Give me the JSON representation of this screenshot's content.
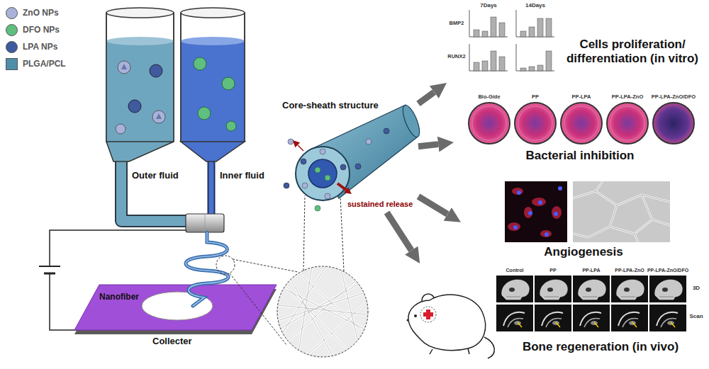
{
  "diagram": {
    "nodes": [
      {
        "text": [
          "Outer fluid"
        ]
      },
      {
        "text": [
          "Inner fluid"
        ]
      },
      {
        "text": [
          "Nanofiber",
          "Collecter"
        ]
      },
      {
        "text": [
          "Core-sheath structure",
          "sustained release"
        ]
      },
      {
        "text": [
          "Cells proliferation/ differentiation (in vitro)"
        ]
      },
      {
        "text": [
          "Bacterial inhibition"
        ]
      },
      {
        "text": [
          "Angiogenesis"
        ]
      },
      {
        "text": [
          "Bone regeneration (in vivo)"
        ]
      }
    ],
    "edges": [
      {
        "from": 3,
        "to": 4,
        "arrow": "to"
      },
      {
        "from": 3,
        "to": 5,
        "arrow": "to"
      },
      {
        "from": 3,
        "to": 6,
        "arrow": "to"
      },
      {
        "from": 3,
        "to": 7,
        "arrow": "to"
      }
    ],
    "labels": [
      "7Days",
      "14Days",
      "BMP2",
      "RUNX2",
      "Bio-Gide",
      "PP",
      "PP-LPA",
      "PP-LPA-ZnO",
      "PP-LPA-ZnO/DFO",
      "Control",
      "PP",
      "PP-LPA",
      "PP-LPA-ZnO",
      "PP-LPA-ZnO/DFO",
      "3D",
      "Scan"
    ],
    "legend": [
      {
        "text": "ZnO NPs",
        "color": "#a9b3d9"
      },
      {
        "text": "DFO NPs",
        "color": "#5fbf7f"
      },
      {
        "text": "LPA NPs",
        "color": "#3f5a9e"
      },
      {
        "text": "PLGA/PCL",
        "color": "#4f8ea8"
      }
    ]
  }
}
